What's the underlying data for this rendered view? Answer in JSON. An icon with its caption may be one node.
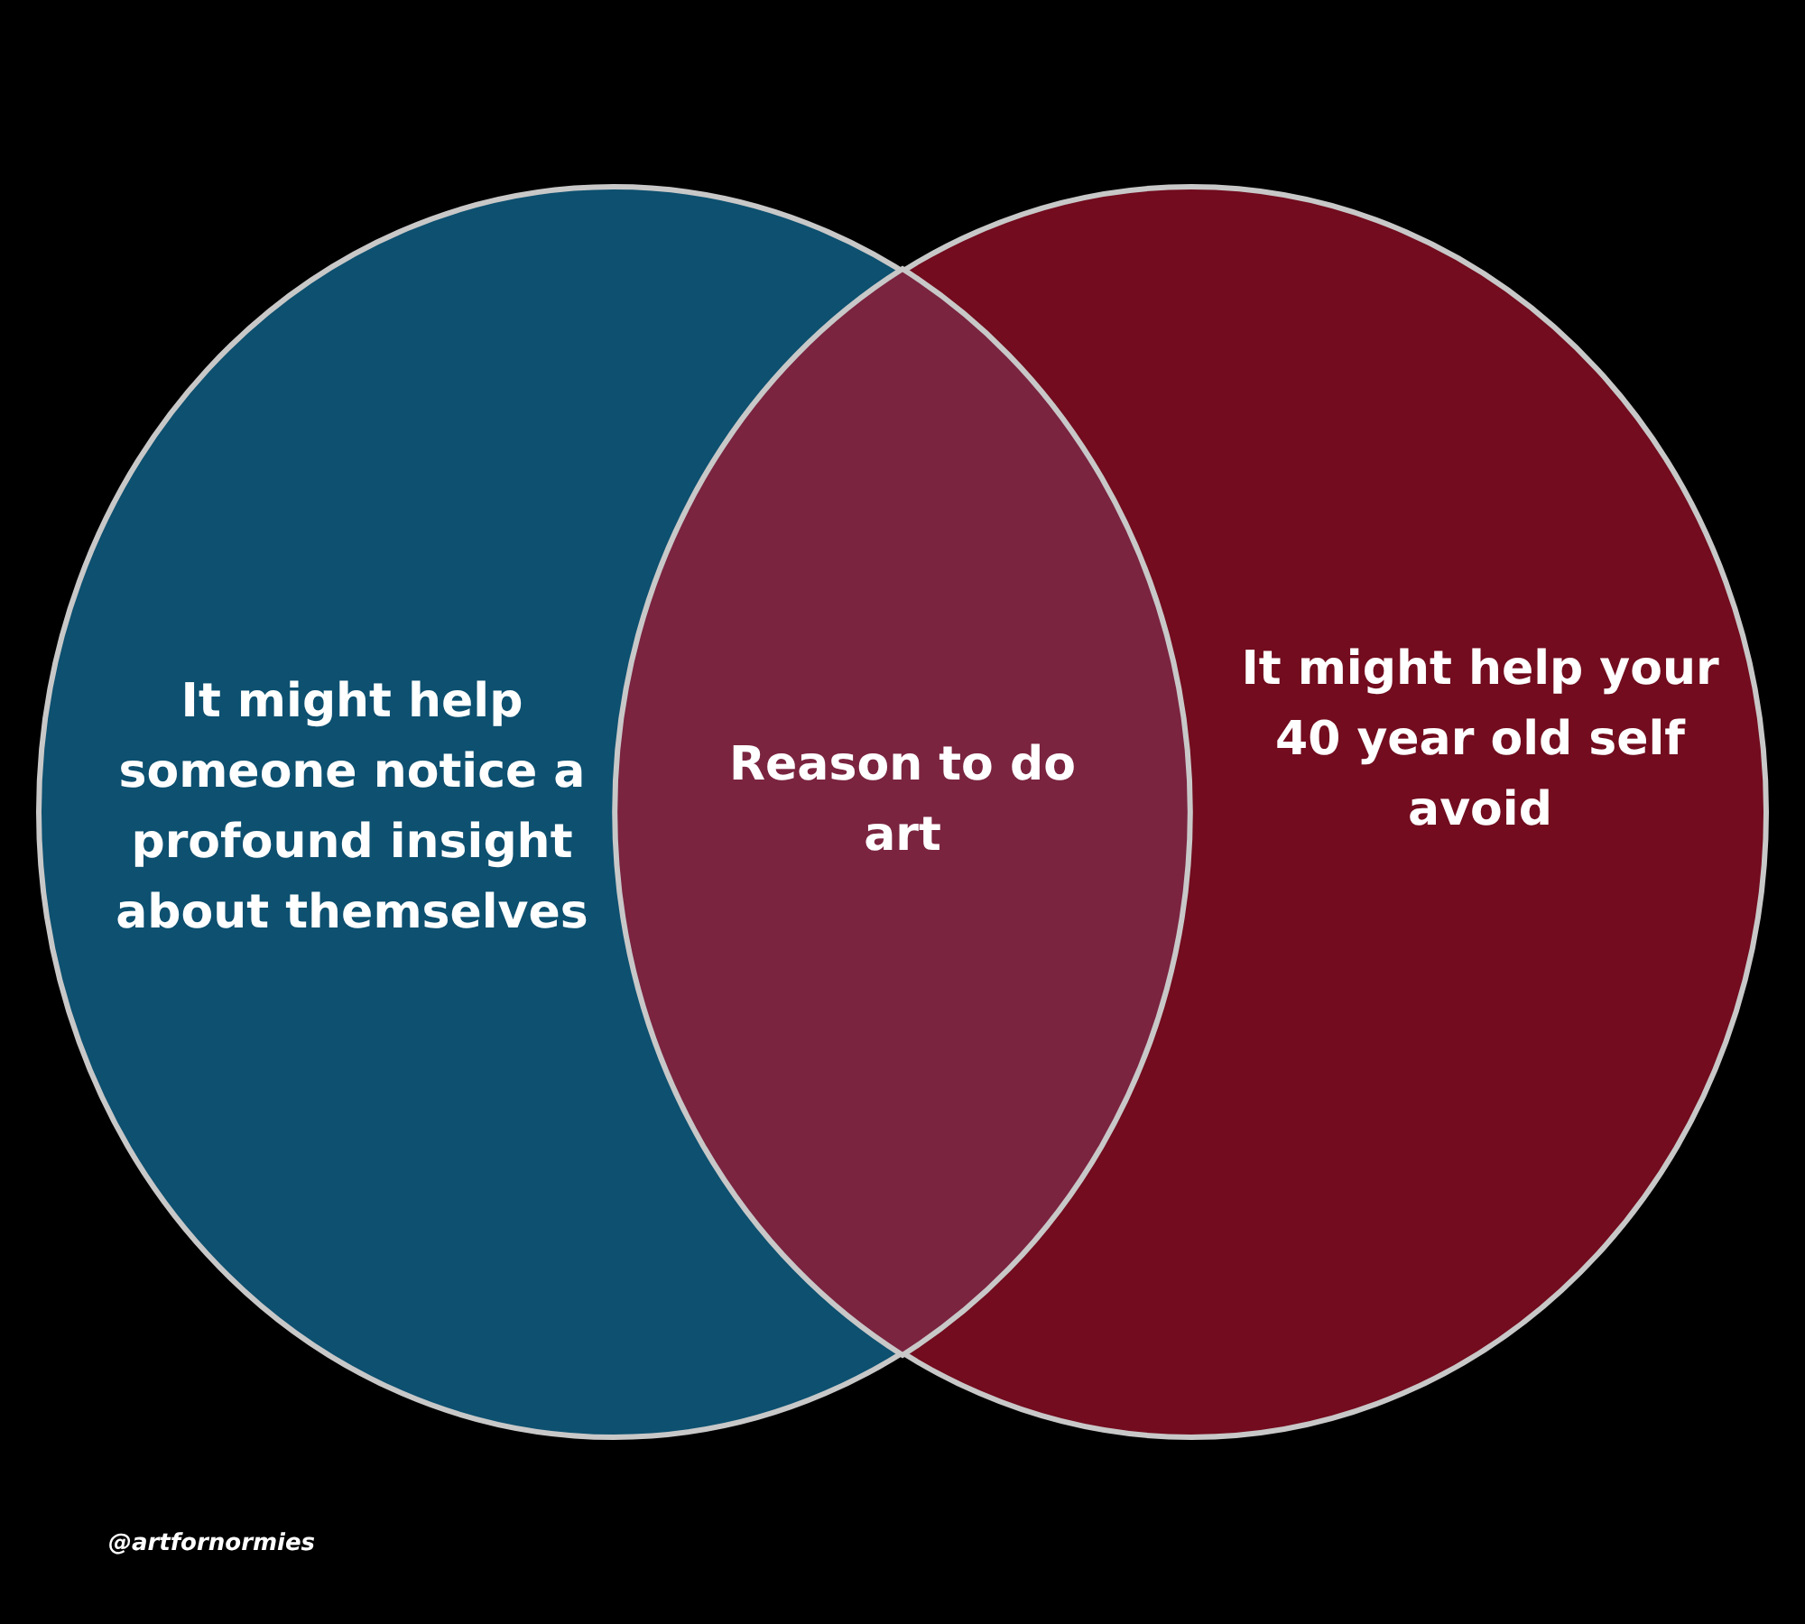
{
  "diagram": {
    "nodes": [
      {
        "text": [
          "It might help someone notice a profound insight about themselves"
        ]
      },
      {
        "text": [
          "Reason to do art"
        ]
      },
      {
        "text": [
          "It might help your 40 year old self avoid"
        ]
      }
    ],
    "labels": [
      "@artfornormies"
    ]
  }
}
